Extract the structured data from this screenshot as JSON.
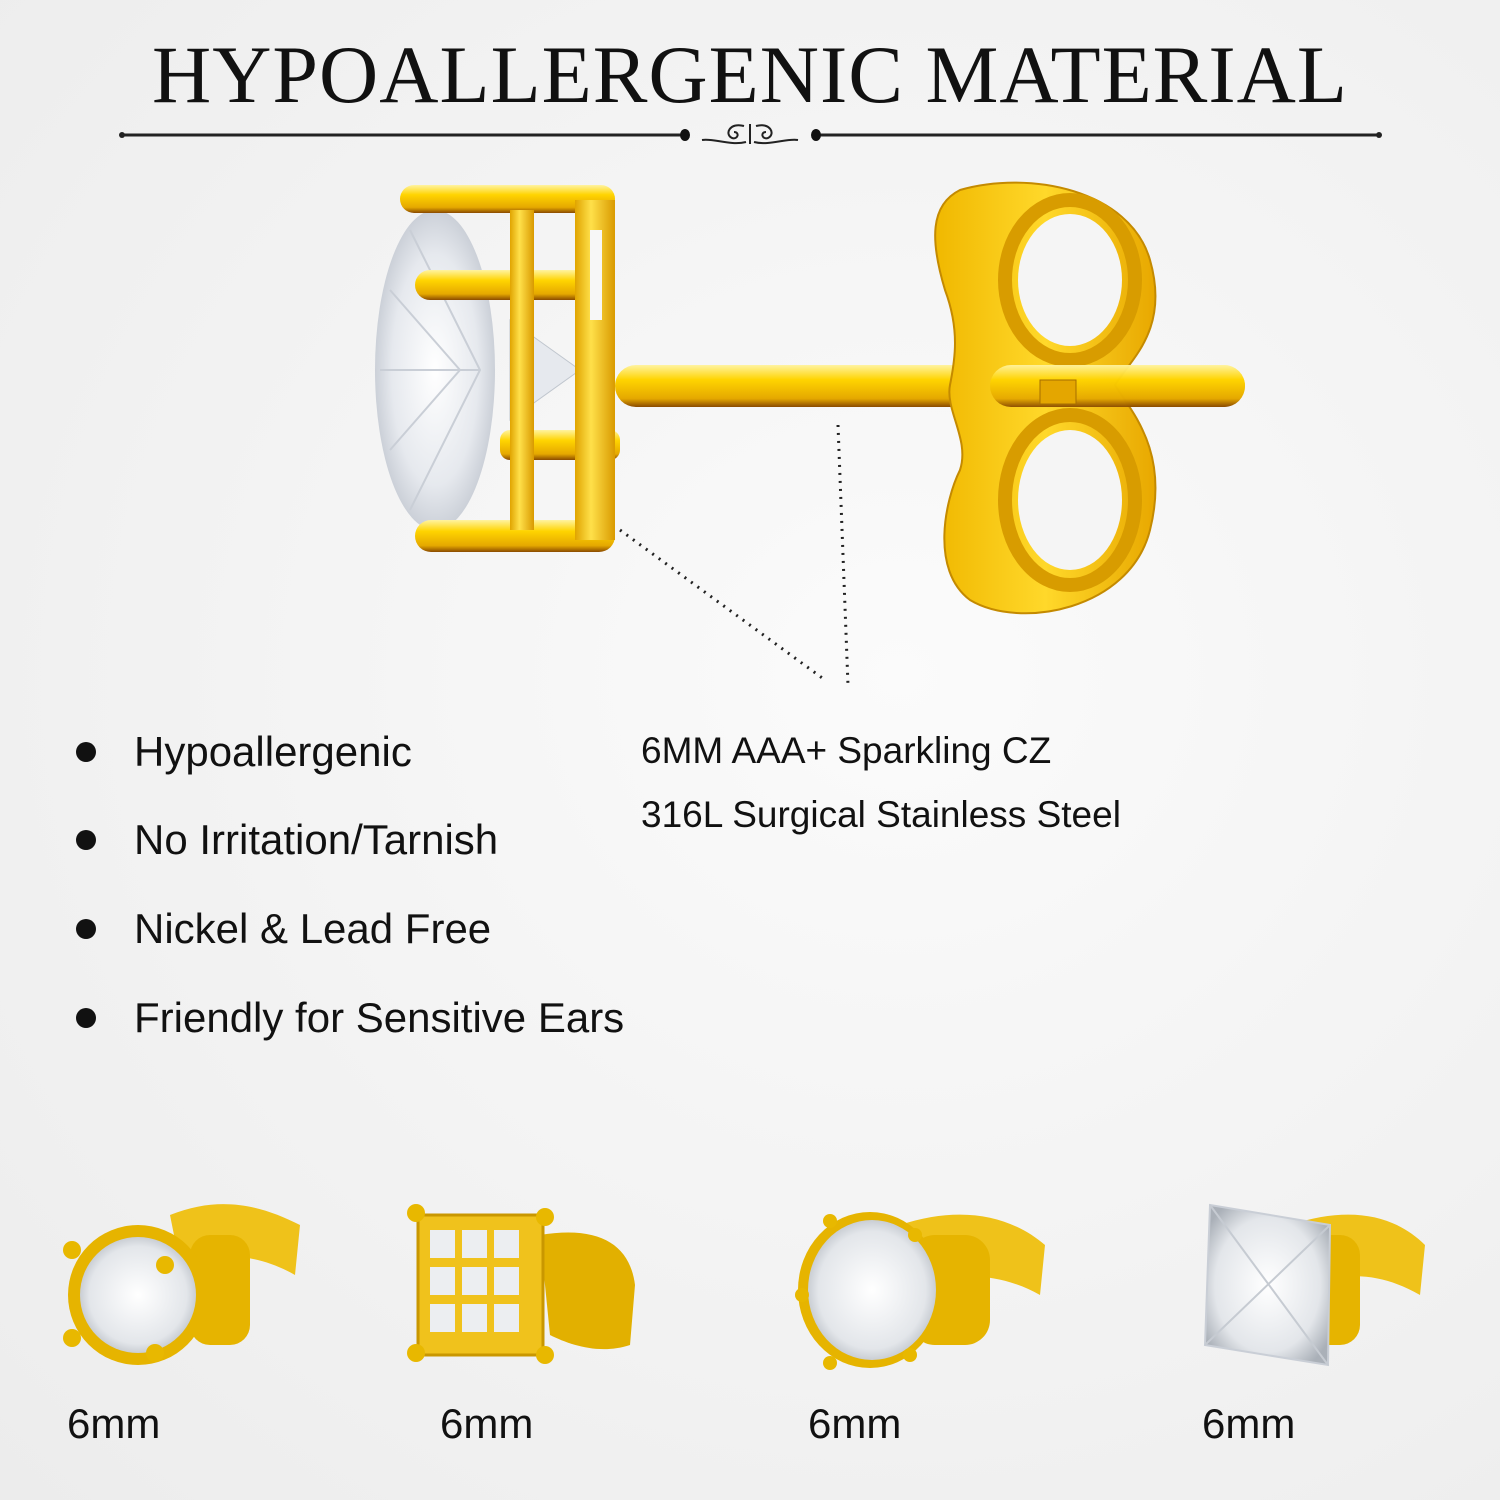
{
  "header": {
    "title": "HYPOALLERGENIC MATERIAL",
    "ornament_icon": "flourish-divider-icon"
  },
  "hero": {
    "image": "gold-stud-earring-side-view",
    "callouts": [
      {
        "label": "6MM AAA+ Sparkling CZ",
        "target": "stone"
      },
      {
        "label": "316L Surgical  Stainless Steel",
        "target": "post"
      }
    ]
  },
  "features": {
    "bullet_icon": "bullet-dot-icon",
    "items": [
      {
        "label": "Hypoallergenic"
      },
      {
        "label": "No Irritation/Tarnish"
      },
      {
        "label": "Nickel & Lead Free"
      },
      {
        "label": "Friendly for Sensitive Ears"
      }
    ]
  },
  "variants": [
    {
      "style": "round-4-prong",
      "size": "6mm"
    },
    {
      "style": "square-pave",
      "size": "6mm"
    },
    {
      "style": "round-6-prong",
      "size": "6mm"
    },
    {
      "style": "princess-square",
      "size": "6mm"
    }
  ],
  "colors": {
    "gold": "#f2c200",
    "gold_dark": "#b07800",
    "gold_light": "#ffe566",
    "text": "#111111",
    "background": "#f2f2f2"
  }
}
